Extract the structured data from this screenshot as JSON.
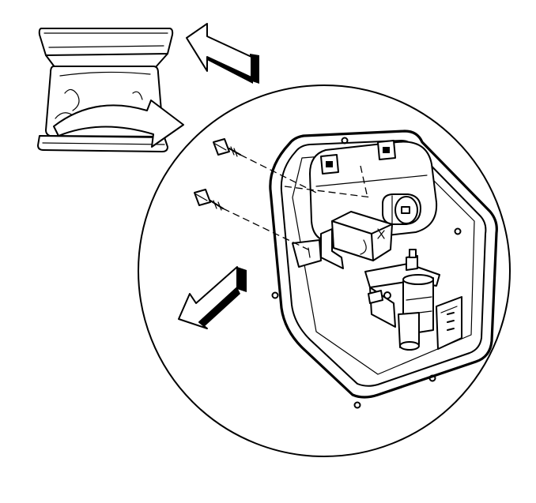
{
  "diagram": {
    "colors": {
      "line": "#000000",
      "background": "#ffffff"
    },
    "arrows": [
      {
        "name": "arrow-up-left",
        "direction": "up-left"
      },
      {
        "name": "arrow-curved-down-right",
        "direction": "down-right"
      },
      {
        "name": "arrow-down-left",
        "direction": "down-left"
      }
    ]
  }
}
